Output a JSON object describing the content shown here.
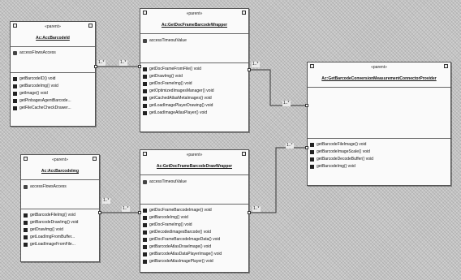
{
  "diagram": {
    "boxes": {
      "a": {
        "stereotype": "«parent»",
        "class_name": "Ac:AccBarcodeId",
        "attributes": [
          "accessFlowsAccess"
        ],
        "operations": [
          "getBarcodeID() void",
          "getBarcodeImg() void",
          "getImage() void",
          "getPinbagesAgentBarcode...",
          "getFileCacheCheckDrawer..."
        ]
      },
      "b": {
        "stereotype": "«parent»",
        "class_name": "Ac:GetDocFrameBarcodeWrapper",
        "attributes": [
          "accessTimeoutValue"
        ],
        "operations": [
          "getDocFrameFromFile() void",
          "getDrawImg() void",
          "getDocFrameImg() void",
          "getOptimizedImagesManager() void",
          "getCachedAtlasMetaImages() void",
          "getLoadImagePlayerDrawing() void",
          "getLoadImageAtlasPlayer() void"
        ]
      },
      "c": {
        "stereotype": "«parent»",
        "class_name": "Ac:GetBarcodeConversionMeasurementConnectorProvider",
        "attributes": [],
        "operations": [
          "getBarcodeFileImage() void",
          "getBarcodeImageScale() void",
          "getBarcodeDecodeBuffer() void",
          "getBarcodeImg() void"
        ]
      },
      "d": {
        "stereotype": "«parent»",
        "class_name": "Ac:AccBarcodeImg",
        "attributes": [
          "accessFlowsAccess"
        ],
        "operations": [
          "getBarcodeFileImg() void",
          "getBarcodeDrawImg() void",
          "getDrawImg() void",
          "getLoadImgFromBuffer...",
          "getLoadImageFromFile..."
        ]
      },
      "e": {
        "stereotype": "«parent»",
        "class_name": "Ac:GetDocFrameBarcodeDrawWrapper",
        "attributes": [
          "accessTimeoutValue"
        ],
        "operations": [
          "getDocFrameBarcodeImage() void",
          "getBarcodeImg() void",
          "getDocFrameImg() void",
          "getDecodedImagesBarcode() void",
          "getDocFrameBarcodeImageData() void",
          "getBarcodeAtlasDrawImage() void",
          "getBarcodeAtlasDataPlayerImage() void",
          "getBarcodeAtlasImagePlayer() void"
        ]
      }
    },
    "links": {
      "ab": {
        "left_label": "1..*",
        "right_label": "1..*"
      },
      "bc": {
        "left_label": "1..*",
        "right_label": "1..*"
      },
      "de": {
        "left_label": "1..*",
        "right_label": "1..*"
      },
      "ec": {
        "left_label": "1..*",
        "right_label": "1..*"
      }
    }
  }
}
